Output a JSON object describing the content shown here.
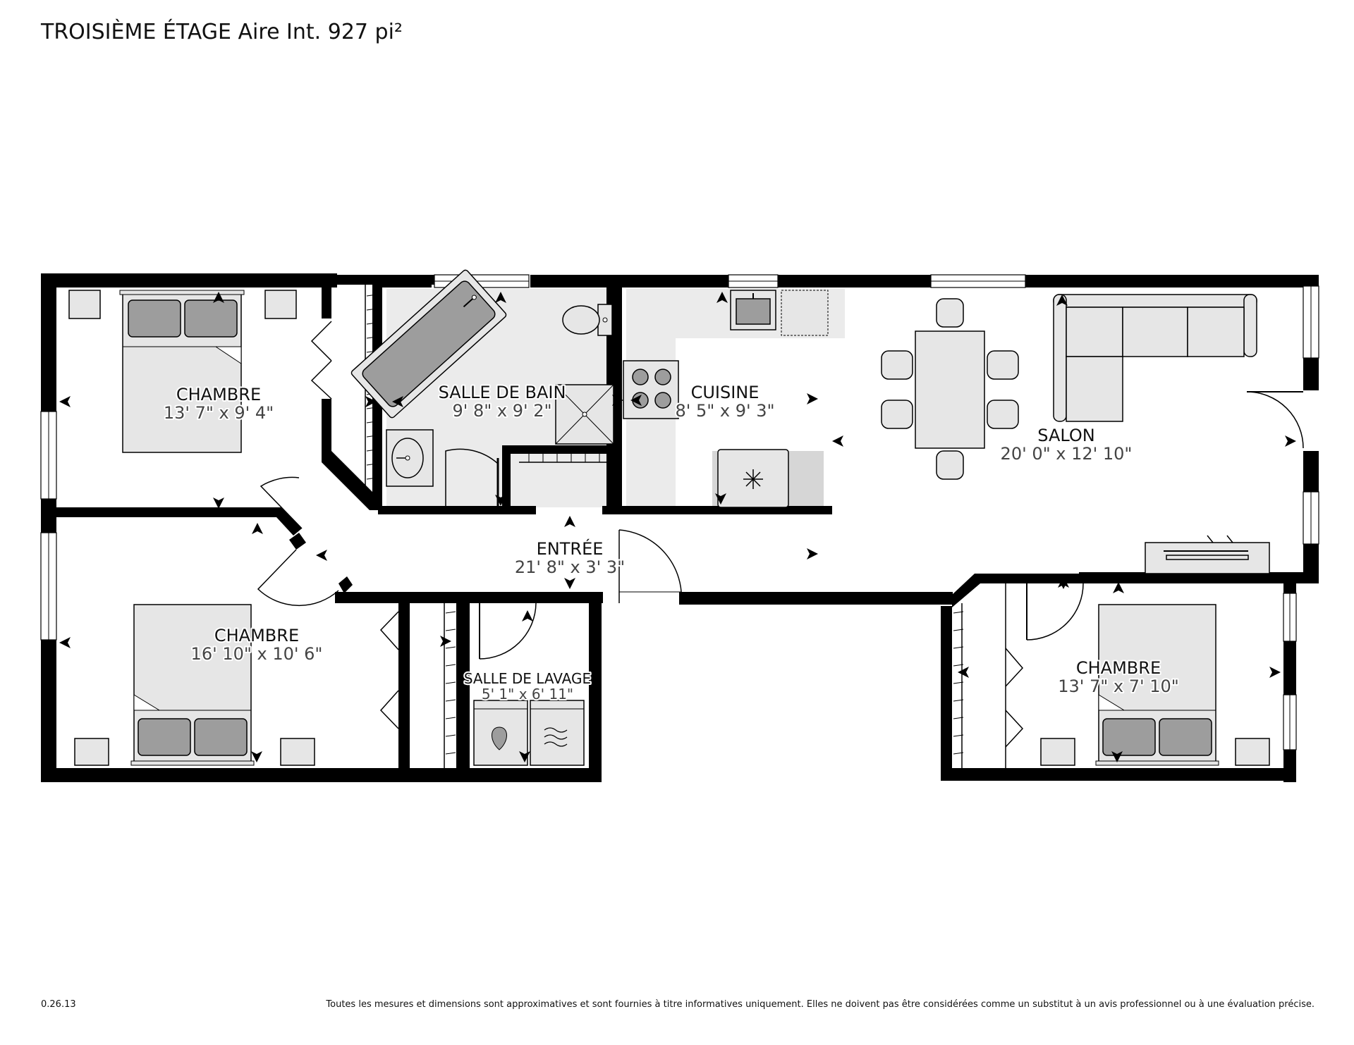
{
  "header": {
    "title": "TROISIÈME ÉTAGE Aire Int. 927 pi²"
  },
  "footer": {
    "version": "0.26.13",
    "disclaimer": "Toutes les mesures et dimensions sont approximatives et sont fournies à titre informatives uniquement. Elles ne doivent pas être considérées comme un substitut à un avis professionnel ou à une évaluation précise."
  },
  "rooms": {
    "chambre_1": {
      "name": "CHAMBRE",
      "dims": "13' 7\" x 9' 4\""
    },
    "chambre_2": {
      "name": "CHAMBRE",
      "dims": "16' 10\" x 10' 6\""
    },
    "chambre_3": {
      "name": "CHAMBRE",
      "dims": "13' 7\" x 7' 10\""
    },
    "salle_de_bain": {
      "name": "SALLE DE BAIN",
      "dims": "9' 8\" x 9' 2\""
    },
    "cuisine": {
      "name": "CUISINE",
      "dims": "8' 5\" x 9' 3\""
    },
    "salon": {
      "name": "SALON",
      "dims": "20' 0\" x 12' 10\""
    },
    "entree": {
      "name": "ENTRÉE",
      "dims": "21' 8\" x 3' 3\""
    },
    "salle_de_lavage": {
      "name": "SALLE DE LAVAGE",
      "dims": "5' 1\" x 6' 11\""
    }
  },
  "colors": {
    "wall": "#000000",
    "furniture_fill": "#e6e6e6",
    "furniture_dark": "#9d9d9d",
    "floor_shade": "#ebebeb"
  }
}
